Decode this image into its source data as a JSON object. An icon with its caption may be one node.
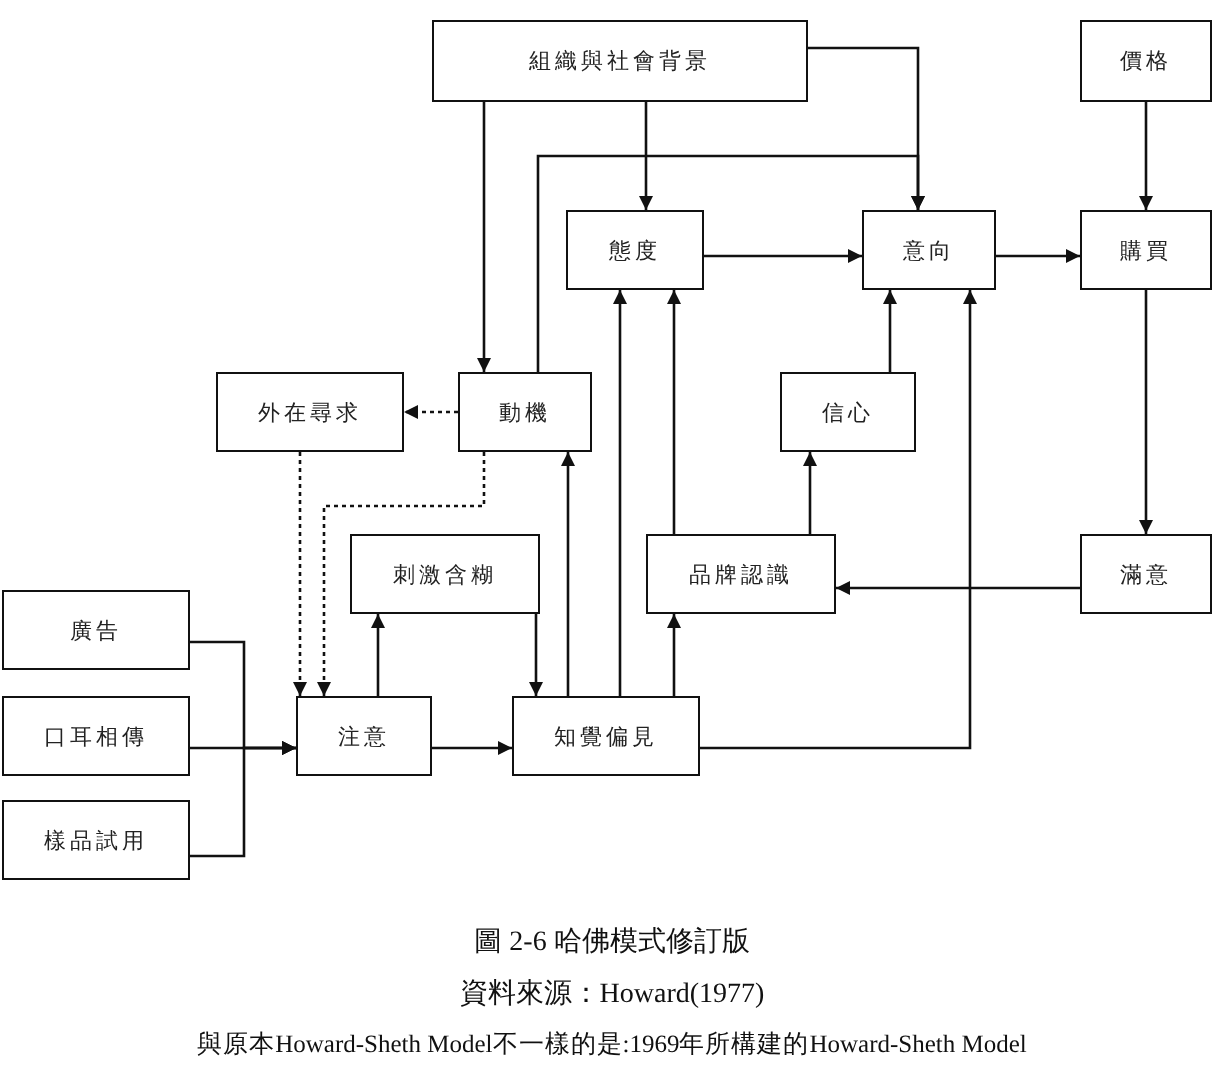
{
  "diagram": {
    "caption": "圖 2-6 哈佛模式修訂版",
    "nodes": [
      {
        "text": [
          "組織與社會背景"
        ]
      },
      {
        "text": [
          "價格"
        ]
      },
      {
        "text": [
          "態度"
        ]
      },
      {
        "text": [
          "意向"
        ]
      },
      {
        "text": [
          "購買"
        ]
      },
      {
        "text": [
          "外在尋求"
        ]
      },
      {
        "text": [
          "動機"
        ]
      },
      {
        "text": [
          "信心"
        ]
      },
      {
        "text": [
          "刺激含糊"
        ]
      },
      {
        "text": [
          "品牌認識"
        ]
      },
      {
        "text": [
          "滿意"
        ]
      },
      {
        "text": [
          "廣告"
        ]
      },
      {
        "text": [
          "口耳相傳"
        ]
      },
      {
        "text": [
          "注意"
        ]
      },
      {
        "text": [
          "知覺偏見"
        ]
      },
      {
        "text": [
          "樣品試用"
        ]
      }
    ],
    "edges": [
      {
        "from": 0,
        "to": 2,
        "arrow": "to"
      },
      {
        "from": 0,
        "to": 3,
        "arrow": "to"
      },
      {
        "from": 0,
        "to": 6,
        "arrow": "to"
      },
      {
        "from": 1,
        "to": 4,
        "arrow": "to"
      },
      {
        "from": 2,
        "to": 3,
        "arrow": "to"
      },
      {
        "from": 3,
        "to": 4,
        "arrow": "to"
      },
      {
        "from": 6,
        "to": 3,
        "arrow": "to"
      },
      {
        "from": 6,
        "to": 5,
        "arrow": "to",
        "style": "dashed"
      },
      {
        "from": 5,
        "to": 13,
        "arrow": "to",
        "style": "dashed"
      },
      {
        "from": 6,
        "to": 13,
        "arrow": "to",
        "style": "dashed"
      },
      {
        "from": 13,
        "to": 8,
        "arrow": "to"
      },
      {
        "from": 8,
        "to": 14,
        "arrow": "to"
      },
      {
        "from": 13,
        "to": 14,
        "arrow": "to"
      },
      {
        "from": 14,
        "to": 6,
        "arrow": "to"
      },
      {
        "from": 14,
        "to": 2,
        "arrow": "to"
      },
      {
        "from": 14,
        "to": 9,
        "arrow": "to"
      },
      {
        "from": 9,
        "to": 2,
        "arrow": "to"
      },
      {
        "from": 9,
        "to": 7,
        "arrow": "to"
      },
      {
        "from": 7,
        "to": 3,
        "arrow": "to"
      },
      {
        "from": 14,
        "to": 3,
        "arrow": "to"
      },
      {
        "from": 4,
        "to": 10,
        "arrow": "to"
      },
      {
        "from": 10,
        "to": 9,
        "arrow": "to"
      },
      {
        "from": 11,
        "to": 13,
        "arrow": "to"
      },
      {
        "from": 12,
        "to": 13,
        "arrow": "to"
      },
      {
        "from": 15,
        "to": 13,
        "arrow": "to"
      }
    ],
    "labels": [
      "資料來源：Howard(1977)",
      "與原本Howard-Sheth Model不一樣的是:1969年所構建的Howard-Sheth Model"
    ]
  }
}
